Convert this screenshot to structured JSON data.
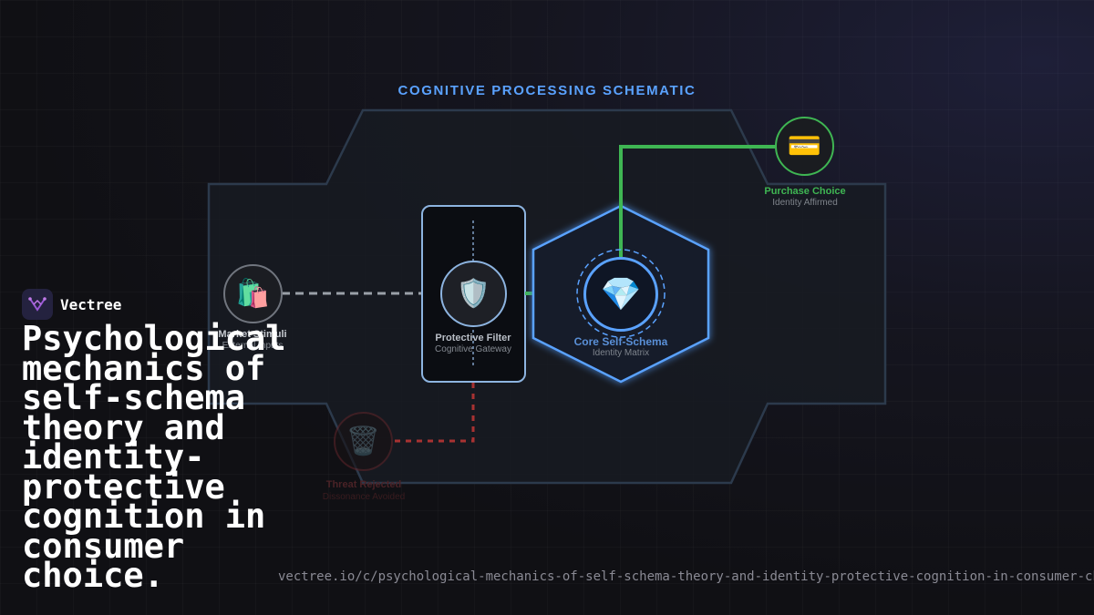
{
  "diagram": {
    "title": "COGNITIVE PROCESSING SCHEMATIC",
    "nodes": {
      "market": {
        "label": "Market Stimuli",
        "sub": "External Inputs",
        "icon": "shopping-bags-icon",
        "glyph": "🛍️"
      },
      "filter": {
        "label": "Protective Filter",
        "sub": "Cognitive Gateway",
        "icon": "shield-icon",
        "glyph": "🛡️"
      },
      "core": {
        "label": "Core Self-Schema",
        "sub": "Identity Matrix",
        "icon": "gem-icon",
        "glyph": "💎"
      },
      "purchase": {
        "label": "Purchase Choice",
        "sub": "Identity Affirmed",
        "icon": "credit-card-icon",
        "glyph": "💳"
      },
      "threat": {
        "label": "Threat Rejected",
        "sub": "Dissonance Avoided",
        "icon": "wastebasket-icon",
        "glyph": "🗑️"
      }
    },
    "colors": {
      "accent_blue": "#5aa2ff",
      "affirm_green": "#3fb653",
      "reject_red": "#a83232",
      "panel_border": "#2c3a4c"
    }
  },
  "brand": {
    "name": "Vectree",
    "icon": "vectree-logo-icon"
  },
  "headline": "Psychological mechanics of self-schema theory and identity-protective cognition in consumer choice.",
  "url": "vectree.io/c/psychological-mechanics-of-self-schema-theory-and-identity-protective-cognition-in-consumer-choice"
}
